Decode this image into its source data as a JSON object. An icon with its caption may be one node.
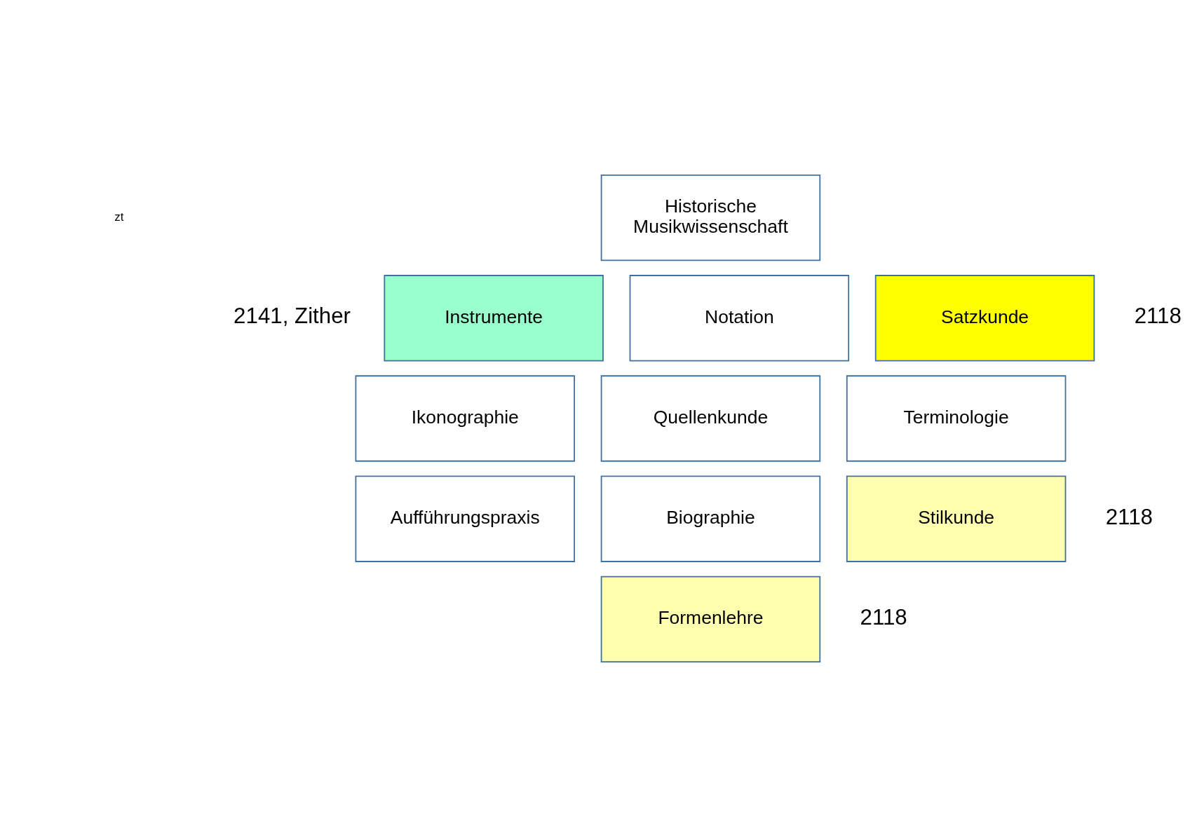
{
  "diagram": {
    "nodes": [
      {
        "text": [
          "Historische Musikwissenschaft"
        ]
      },
      {
        "text": [
          "Instrumente"
        ],
        "beside": [
          "2141, Zither"
        ]
      },
      {
        "text": [
          "Notation"
        ]
      },
      {
        "text": [
          "Satzkunde"
        ],
        "beside": [
          "2118"
        ]
      },
      {
        "text": [
          "Ikonographie"
        ]
      },
      {
        "text": [
          "Quellenkunde"
        ]
      },
      {
        "text": [
          "Terminologie"
        ]
      },
      {
        "text": [
          "Aufführungspraxis"
        ]
      },
      {
        "text": [
          "Biographie"
        ]
      },
      {
        "text": [
          "Stilkunde"
        ],
        "beside": [
          "2118"
        ]
      },
      {
        "text": [
          "Formenlehre"
        ],
        "beside": [
          "2118"
        ]
      }
    ],
    "edges": [],
    "labels": [
      "zt"
    ]
  }
}
